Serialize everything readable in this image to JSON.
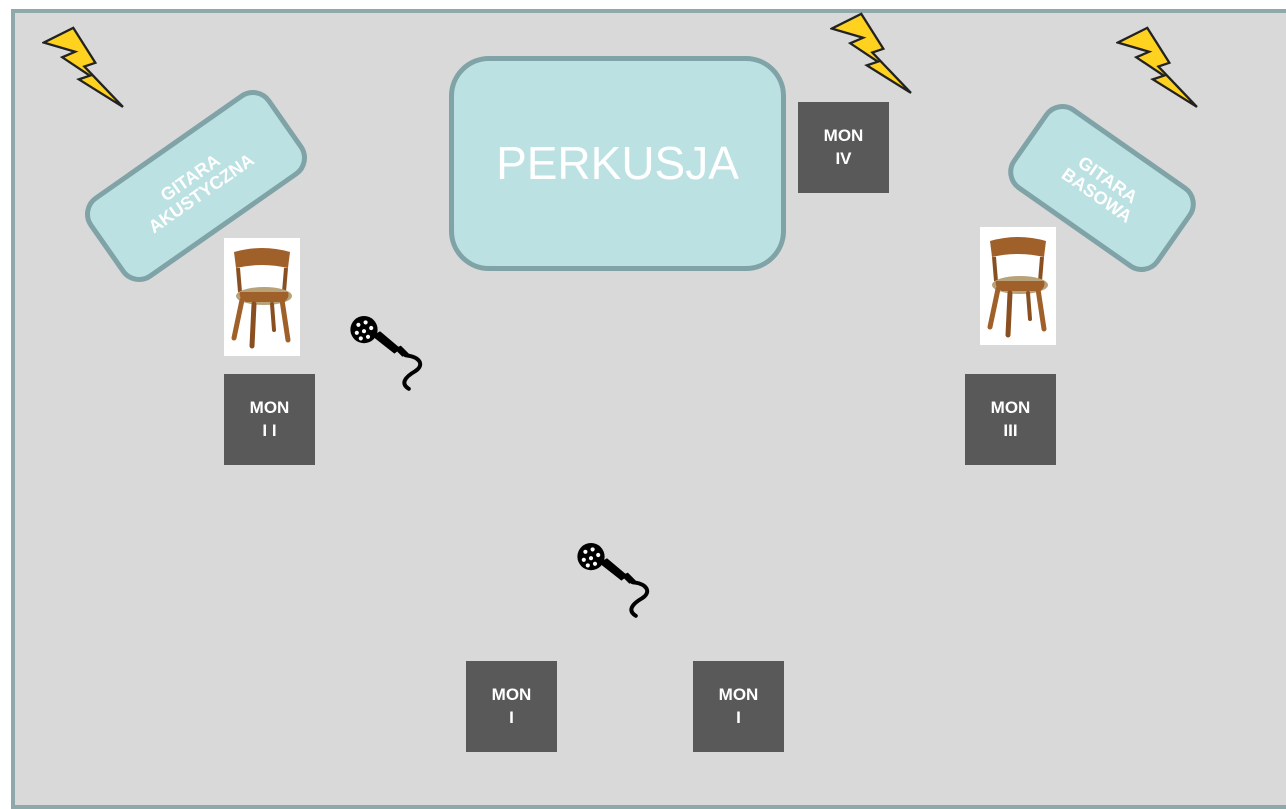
{
  "instruments": {
    "drums": "PERKUSJA",
    "acoustic_guitar": "GITARA\nAKUSTYCZNA",
    "bass_guitar": "GITARA\nBASOWA"
  },
  "monitors": {
    "mon_iv": "MON\nIV",
    "mon_ii": "MON\nI I",
    "mon_iii": "MON\nIII",
    "mon_i_left": "MON\nI",
    "mon_i_right": "MON\nI"
  },
  "icons": {
    "power": "lightning-bolt",
    "seat": "chair",
    "vocal": "microphone"
  },
  "colors": {
    "stage_bg": "#d9d9d9",
    "stage_border": "#8fa8aa",
    "instrument_fill": "#bce1e3",
    "instrument_border": "#7fa3a6",
    "monitor_fill": "#595959",
    "bolt": "#ffd21f"
  }
}
